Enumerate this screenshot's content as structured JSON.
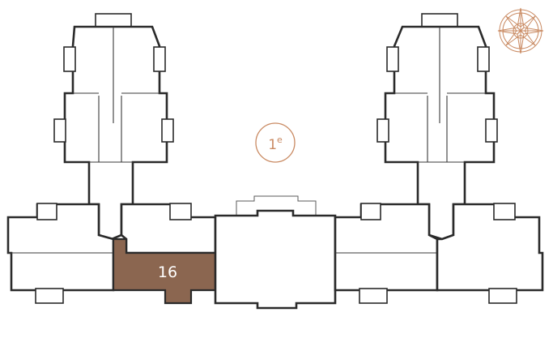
{
  "floor": {
    "number": "1",
    "suffix": "e"
  },
  "units": [
    {
      "label": "16",
      "highlighted": true
    }
  ],
  "icons": {
    "compass": "compass-rose-icon"
  },
  "colors": {
    "highlight": "#8b6650",
    "accent": "#c98a62",
    "wall": "#2a2a2a"
  }
}
